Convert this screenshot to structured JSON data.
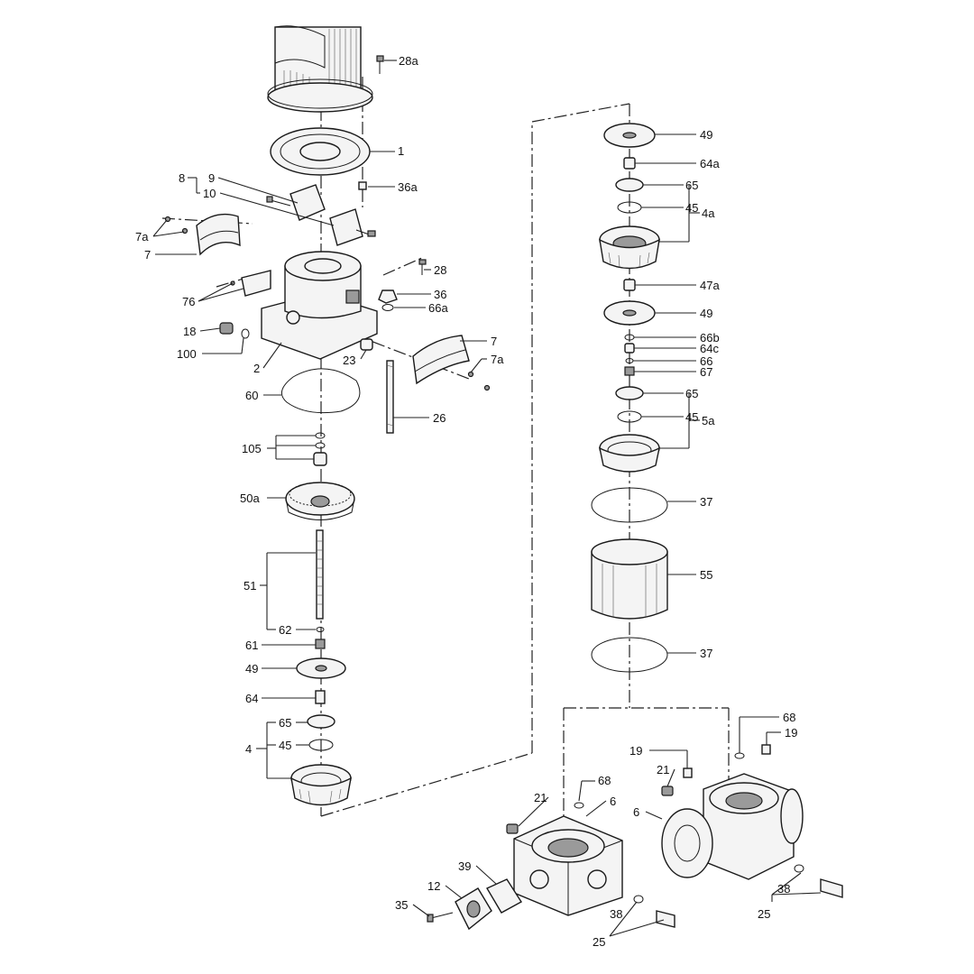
{
  "labels": {
    "l28a": "28a",
    "l1": "1",
    "l36a": "36a",
    "l8": "8",
    "l9": "9",
    "l10": "10",
    "l7a_left": "7a",
    "l7_left": "7",
    "l28": "28",
    "l36": "36",
    "l66a": "66a",
    "l76": "76",
    "l18": "18",
    "l100": "100",
    "l2": "2",
    "l23": "23",
    "l7_right": "7",
    "l7a_right": "7a",
    "l60": "60",
    "l26": "26",
    "l105": "105",
    "l50a": "50a",
    "l51": "51",
    "l62": "62",
    "l61": "61",
    "l49_left": "49",
    "l64": "64",
    "l65_left": "65",
    "l45_left": "45",
    "l4": "4",
    "l49_top": "49",
    "l64a": "64a",
    "l65_4a": "65",
    "l45_4a": "45",
    "l4a": "4a",
    "l47a": "47a",
    "l49_mid": "49",
    "l66b": "66b",
    "l64c": "64c",
    "l66": "66",
    "l67": "67",
    "l65_5a": "65",
    "l45_5a": "45",
    "l5a": "5a",
    "l37_top": "37",
    "l55": "55",
    "l37_bot": "37",
    "l68_right": "68",
    "l19_right": "19",
    "l19_mid": "19",
    "l21_mid": "21",
    "l6_right": "6",
    "l38_right": "38",
    "l25_right": "25",
    "l21_left": "21",
    "l68_left": "68",
    "l6_left": "6",
    "l39": "39",
    "l12": "12",
    "l35": "35",
    "l38_left": "38",
    "l25_left": "25"
  }
}
